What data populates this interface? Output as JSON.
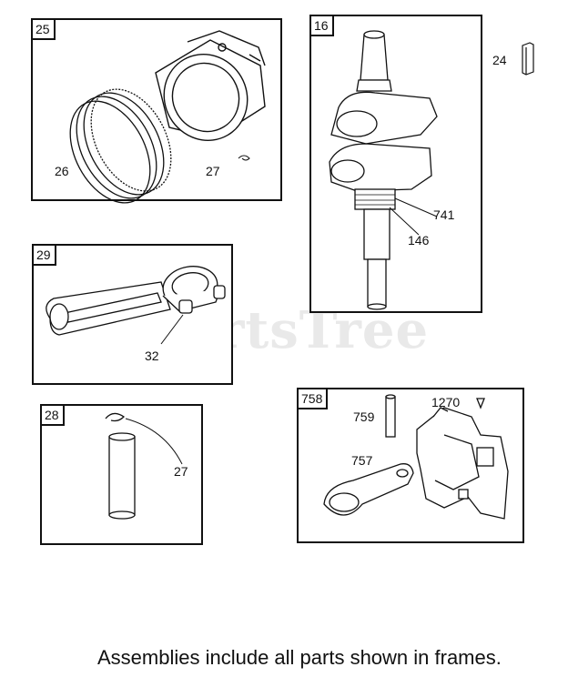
{
  "watermark": "PartsTree",
  "watermark_mark": "™",
  "frames": {
    "f25": {
      "tag": "25",
      "labels": {
        "c26": "26",
        "c27": "27"
      }
    },
    "f16": {
      "tag": "16",
      "labels": {
        "c741": "741",
        "c146": "146"
      }
    },
    "f29": {
      "tag": "29",
      "labels": {
        "c32": "32"
      }
    },
    "f28": {
      "tag": "28",
      "labels": {
        "c27": "27"
      }
    },
    "f758": {
      "tag": "758",
      "labels": {
        "c759": "759",
        "c1270": "1270",
        "c757": "757"
      }
    }
  },
  "loose_parts": {
    "c24": "24"
  },
  "caption": "Assemblies include all parts shown in frames.",
  "colors": {
    "line": "#111111",
    "watermark": "#e9e9e9",
    "background": "#ffffff"
  }
}
